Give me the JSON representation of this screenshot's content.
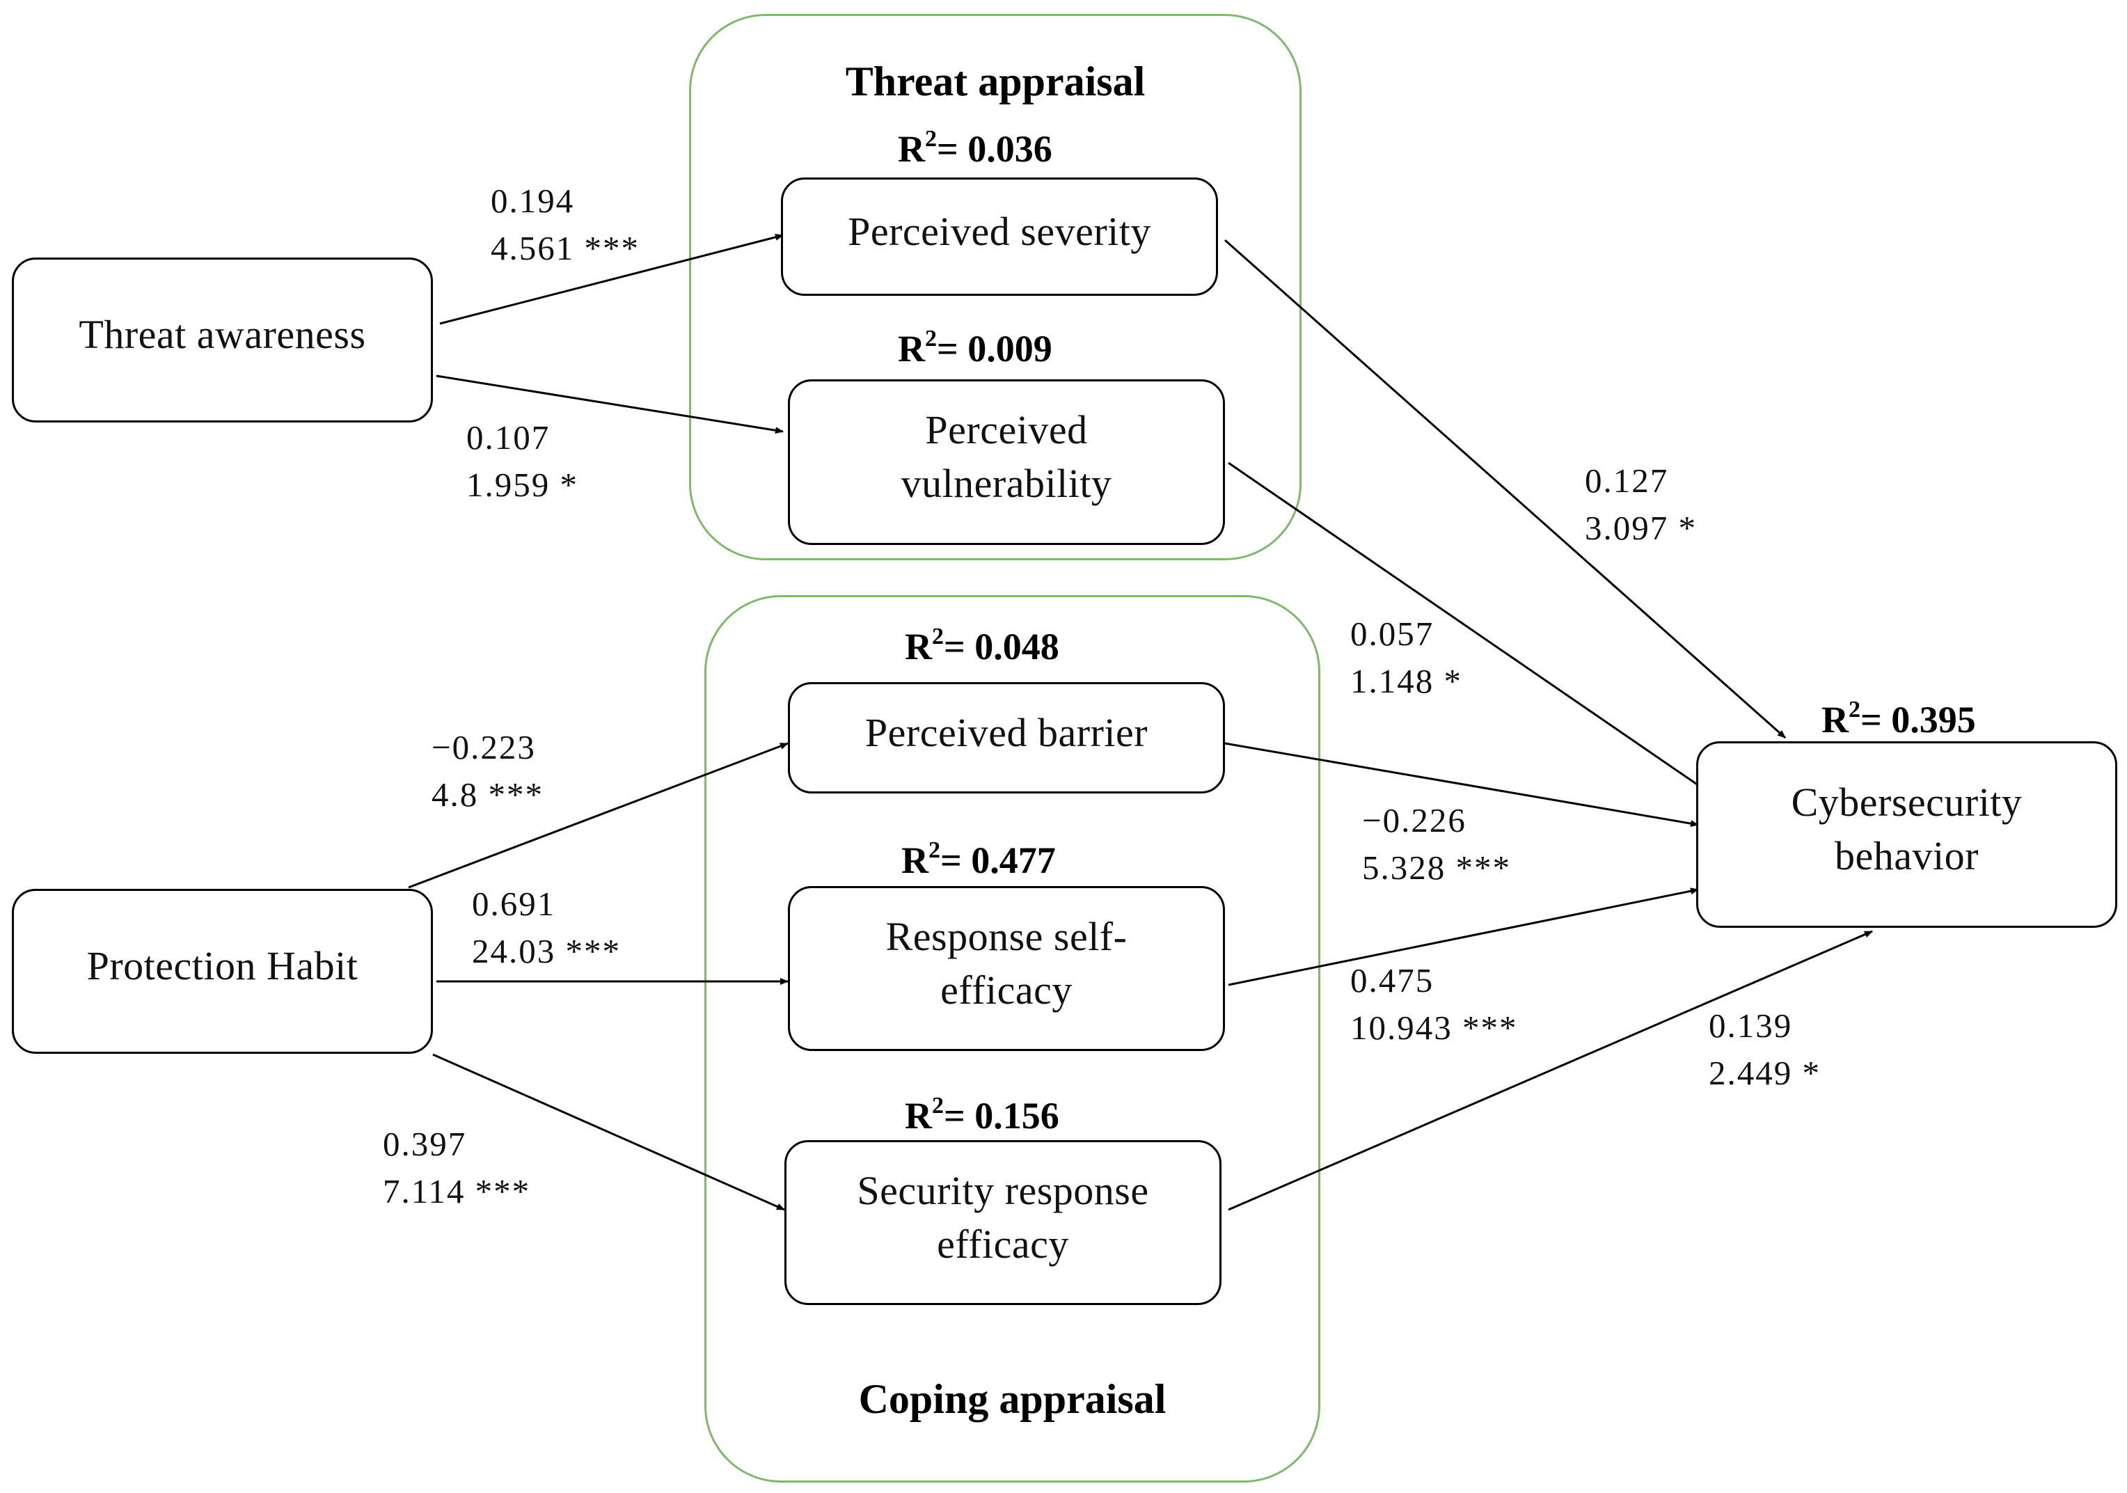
{
  "groups": {
    "threat": {
      "title": "Threat appraisal"
    },
    "coping": {
      "title": "Coping appraisal"
    }
  },
  "nodes": {
    "threat_awareness": {
      "label": "Threat awareness"
    },
    "protection_habit": {
      "label": "Protection Habit"
    },
    "perceived_severity": {
      "label": "Perceived severity",
      "r2_value": "= 0.036"
    },
    "perceived_vulnerability": {
      "label_line1": "Perceived",
      "label_line2": "vulnerability",
      "r2_value": "= 0.009"
    },
    "perceived_barrier": {
      "label": "Perceived barrier",
      "r2_value": "= 0.048"
    },
    "response_self_efficacy": {
      "label_line1": "Response self-",
      "label_line2": "efficacy",
      "r2_value": "= 0.477"
    },
    "security_response_efficacy": {
      "label_line1": "Security response",
      "label_line2": "efficacy",
      "r2_value": "= 0.156"
    },
    "cybersecurity_behavior": {
      "label_line1": "Cybersecurity",
      "label_line2": "behavior",
      "r2_value": "= 0.395"
    }
  },
  "r2_prefix": "R",
  "r2_superscript": "2",
  "paths": [
    {
      "from": "Threat awareness",
      "to": "Perceived severity",
      "coefficient": "0.194",
      "t_value": "4.561 ***"
    },
    {
      "from": "Threat awareness",
      "to": "Perceived vulnerability",
      "coefficient": "0.107",
      "t_value": "1.959 *"
    },
    {
      "from": "Perceived severity",
      "to": "Cybersecurity behavior",
      "coefficient": "0.127",
      "t_value": "3.097 *"
    },
    {
      "from": "Perceived vulnerability",
      "to": "Cybersecurity behavior",
      "coefficient": "0.057",
      "t_value": "1.148 *"
    },
    {
      "from": "Protection Habit",
      "to": "Perceived barrier",
      "coefficient": "−0.223",
      "t_value": "4.8 ***"
    },
    {
      "from": "Protection Habit",
      "to": "Response self-efficacy",
      "coefficient": "0.691",
      "t_value": "24.03 ***"
    },
    {
      "from": "Protection Habit",
      "to": "Security response efficacy",
      "coefficient": "0.397",
      "t_value": "7.114 ***"
    },
    {
      "from": "Perceived barrier",
      "to": "Cybersecurity behavior",
      "coefficient": "−0.226",
      "t_value": "5.328 ***"
    },
    {
      "from": "Response self-efficacy",
      "to": "Cybersecurity behavior",
      "coefficient": "0.475",
      "t_value": "10.943 ***"
    },
    {
      "from": "Security response efficacy",
      "to": "Cybersecurity behavior",
      "coefficient": "0.139",
      "t_value": "2.449 *"
    }
  ],
  "colors": {
    "group_border": "#7fba6a",
    "node_border": "#000000",
    "arrow": "#000000"
  }
}
